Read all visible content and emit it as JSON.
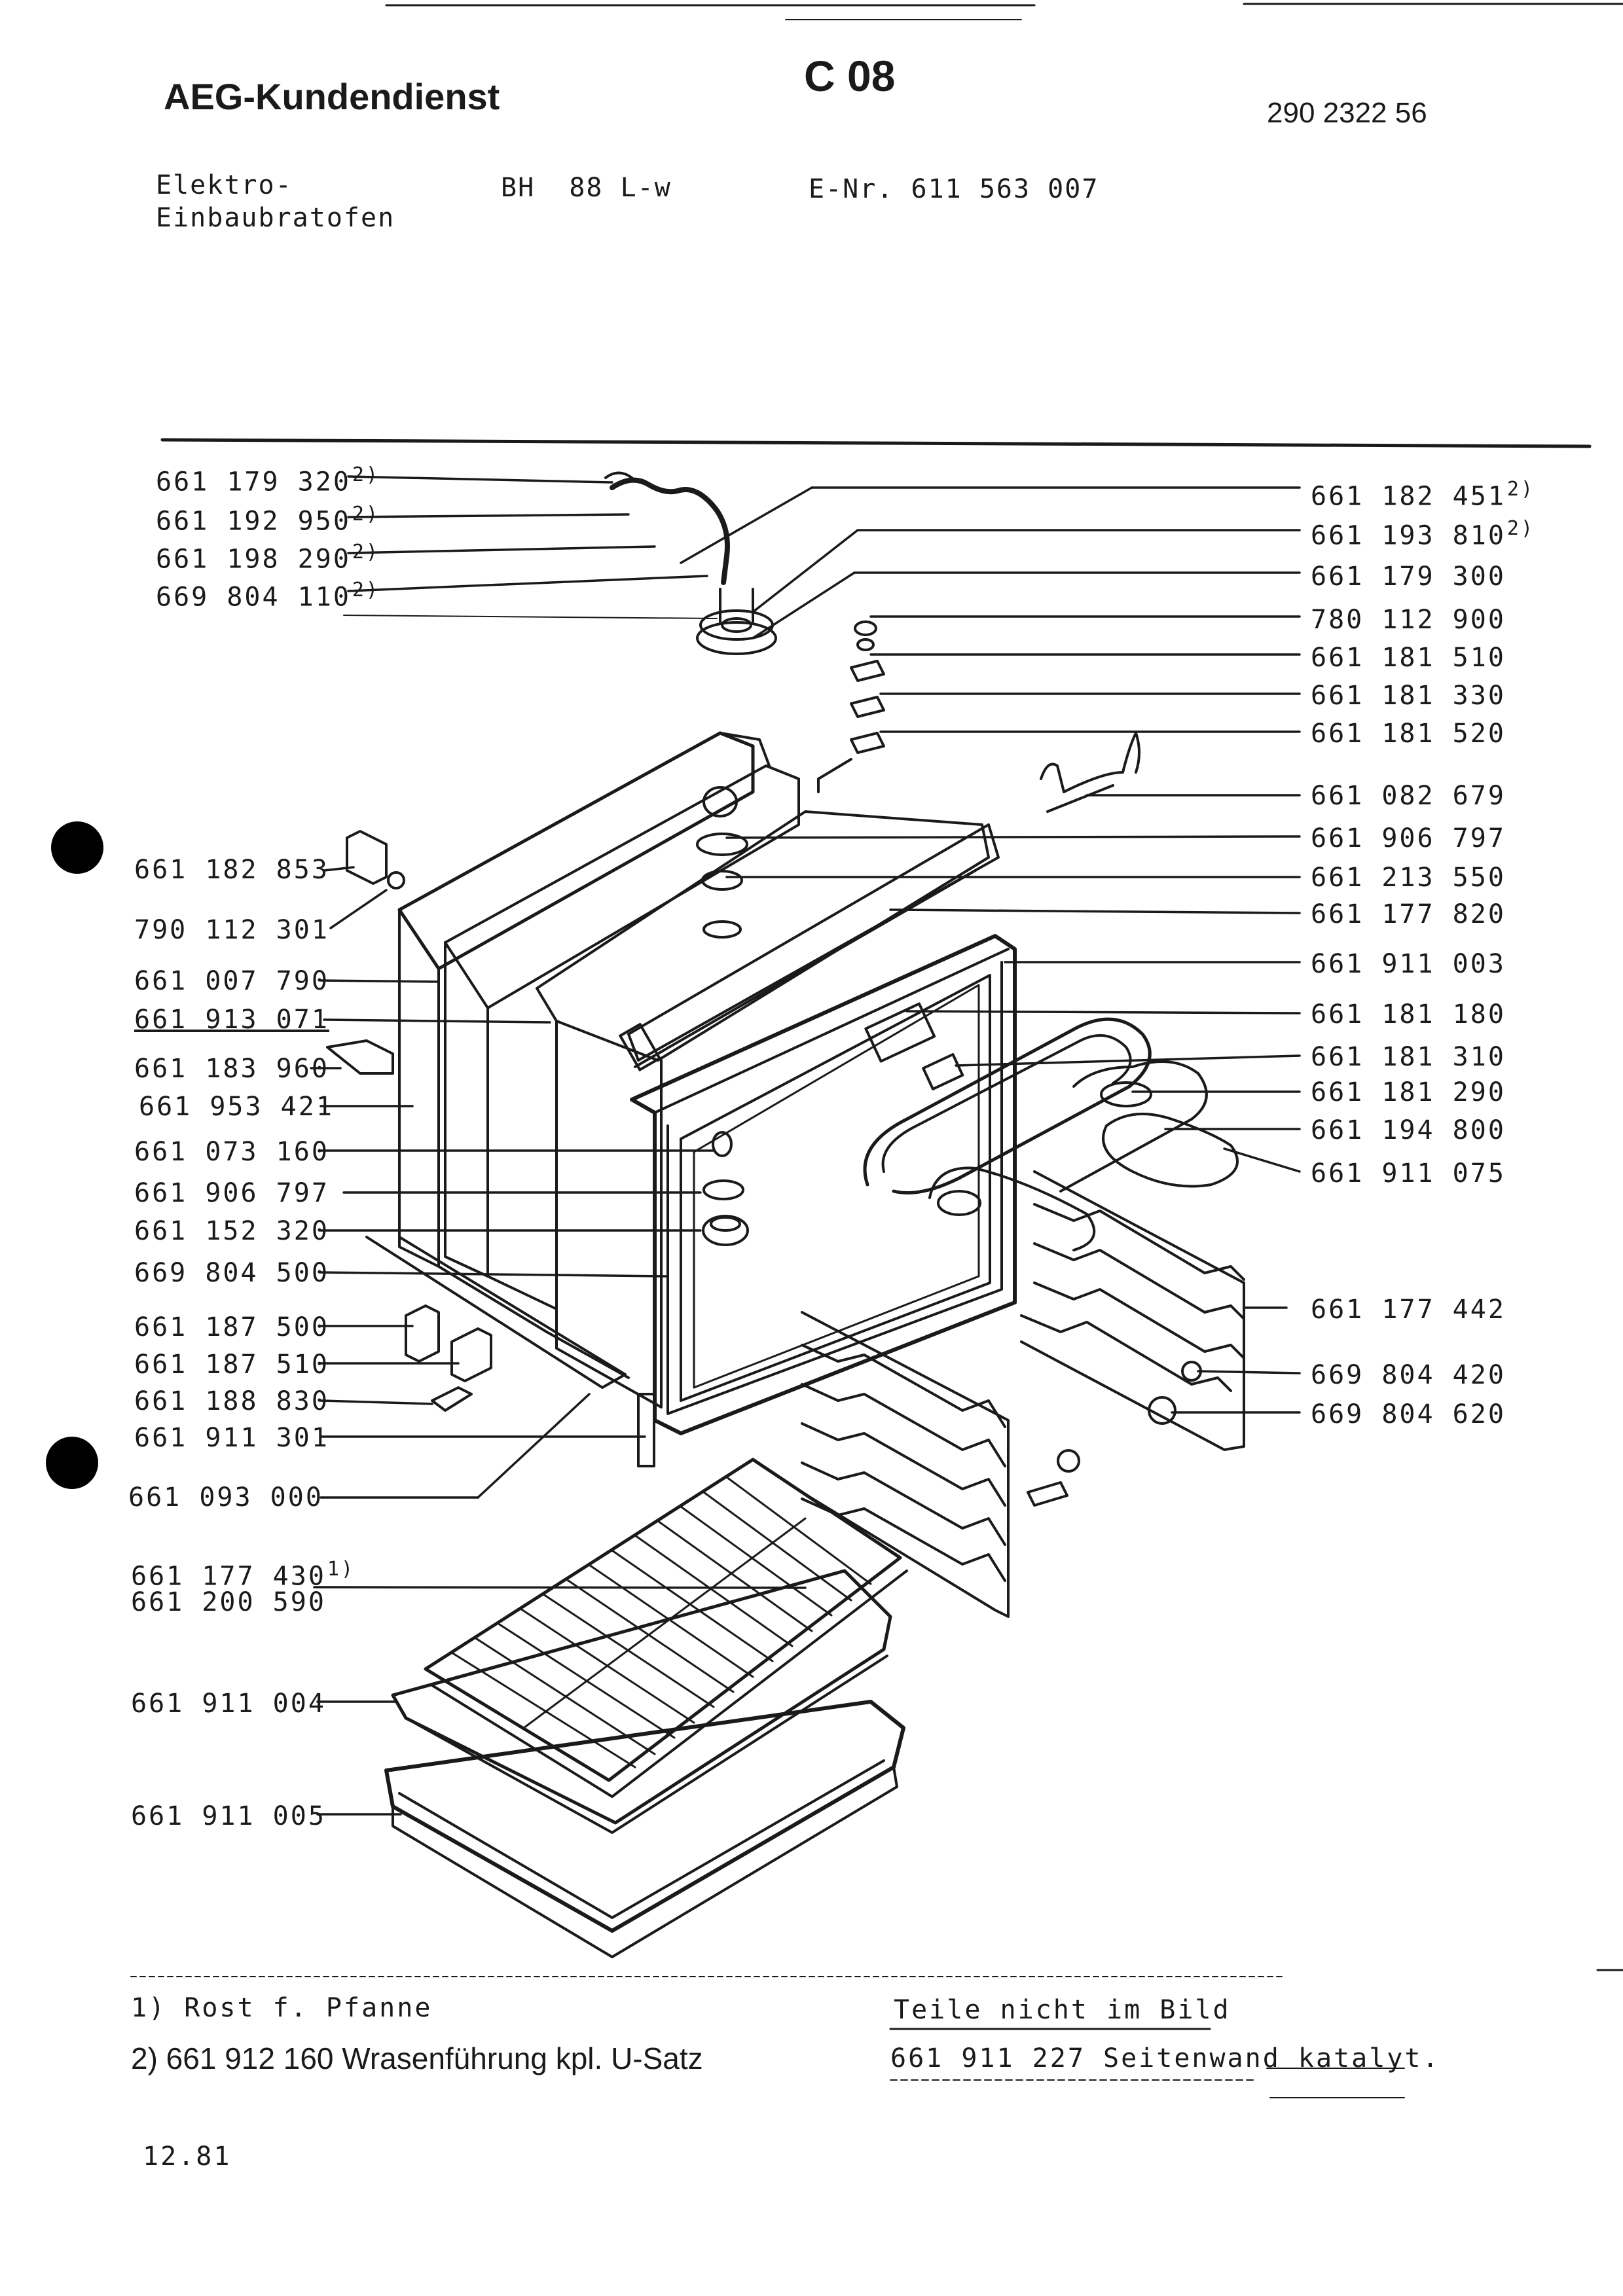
{
  "header": {
    "brand": "AEG-Kundendienst",
    "page_code": "C 08",
    "doc_number": "290 2322 56",
    "product_line1": "Elektro-",
    "product_line2": "Einbaubratofen",
    "model": "BH  88 L-w",
    "enr": "E-Nr. 611 563 007"
  },
  "parts_left": [
    {
      "no": "661 179 320",
      "note": "2)"
    },
    {
      "no": "661 192 950",
      "note": "2)"
    },
    {
      "no": "661 198 290",
      "note": "2)"
    },
    {
      "no": "669 804 110",
      "note": "2)"
    },
    {
      "no": "661 182 853",
      "note": ""
    },
    {
      "no": "790 112 301",
      "note": ""
    },
    {
      "no": "661 007 790",
      "note": ""
    },
    {
      "no": "661 913 071",
      "note": ""
    },
    {
      "no": "661 183 960",
      "note": ""
    },
    {
      "no": "661 953 421",
      "note": ""
    },
    {
      "no": "661 073 160",
      "note": ""
    },
    {
      "no": "661 906 797",
      "note": ""
    },
    {
      "no": "661 152 320",
      "note": ""
    },
    {
      "no": "669 804 500",
      "note": ""
    },
    {
      "no": "661 187 500",
      "note": ""
    },
    {
      "no": "661 187 510",
      "note": ""
    },
    {
      "no": "661 188 830",
      "note": ""
    },
    {
      "no": "661 911 301",
      "note": ""
    },
    {
      "no": "661 093 000",
      "note": ""
    },
    {
      "no": "661 177 430",
      "note": "1)"
    },
    {
      "no": "661 200 590",
      "note": ""
    },
    {
      "no": "661 911 004",
      "note": ""
    },
    {
      "no": "661 911 005",
      "note": ""
    }
  ],
  "parts_right": [
    {
      "no": "661 182 451",
      "note": "2)"
    },
    {
      "no": "661 193 810",
      "note": "2)"
    },
    {
      "no": "661 179 300",
      "note": ""
    },
    {
      "no": "780 112 900",
      "note": ""
    },
    {
      "no": "661 181 510",
      "note": ""
    },
    {
      "no": "661 181 330",
      "note": ""
    },
    {
      "no": "661 181 520",
      "note": ""
    },
    {
      "no": "661 082 679",
      "note": ""
    },
    {
      "no": "661 906 797",
      "note": ""
    },
    {
      "no": "661 213 550",
      "note": ""
    },
    {
      "no": "661 177 820",
      "note": ""
    },
    {
      "no": "661 911 003",
      "note": ""
    },
    {
      "no": "661 181 180",
      "note": ""
    },
    {
      "no": "661 181 310",
      "note": ""
    },
    {
      "no": "661 181 290",
      "note": ""
    },
    {
      "no": "661 194 800",
      "note": ""
    },
    {
      "no": "661 911 075",
      "note": ""
    },
    {
      "no": "661 177 442",
      "note": ""
    },
    {
      "no": "669 804 420",
      "note": ""
    },
    {
      "no": "669 804 620",
      "note": ""
    }
  ],
  "footnotes": {
    "note1": "1) Rost f. Pfanne",
    "note2": "2) 661 912 160 Wrasenführung kpl. U-Satz",
    "not_shown_title": "Teile nicht im Bild",
    "not_shown_item": "661 911 227 Seitenwand katalyt."
  },
  "date": "12.81"
}
